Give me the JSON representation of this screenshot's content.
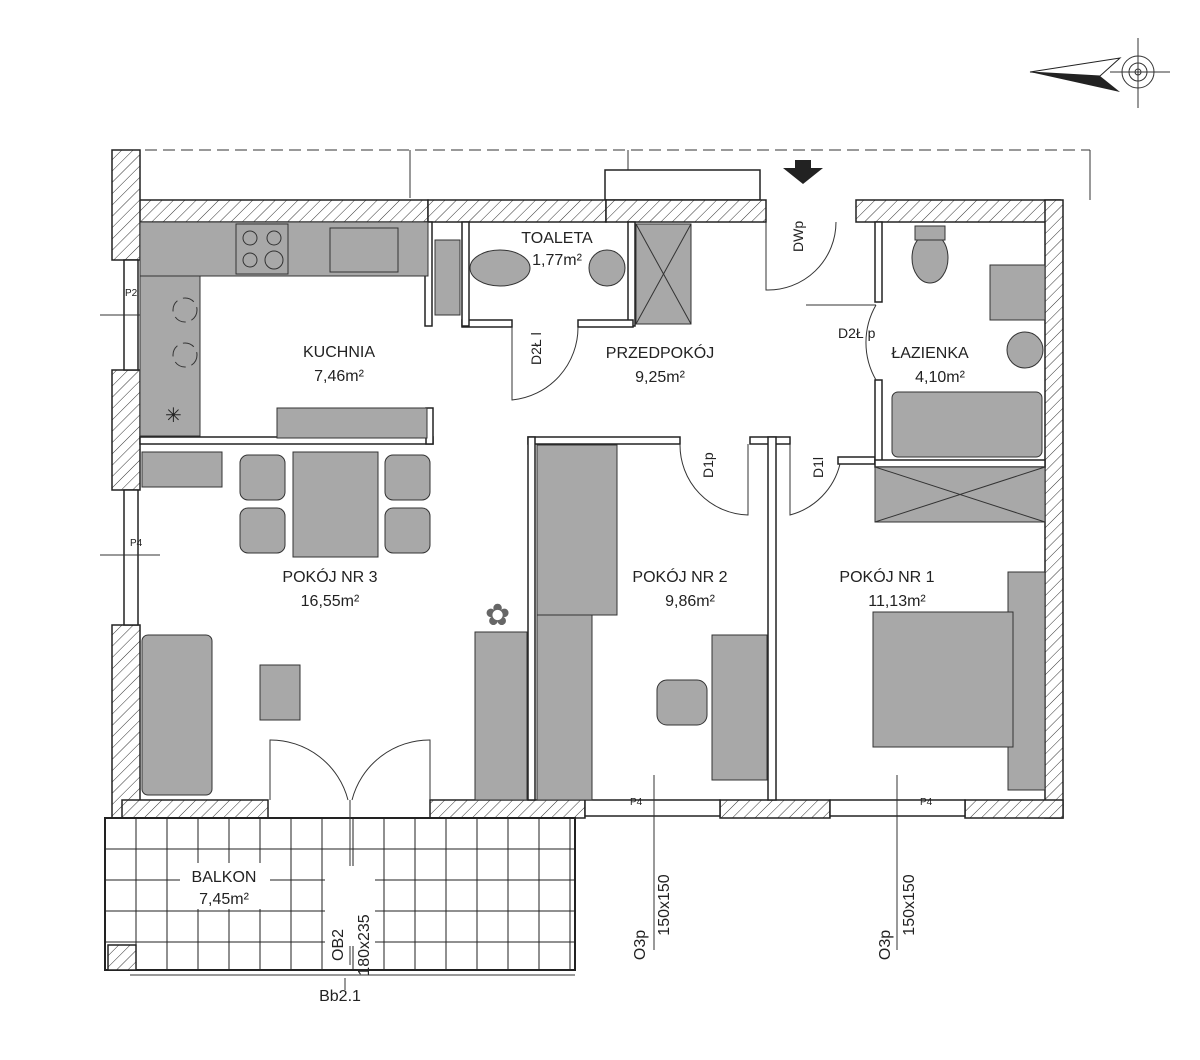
{
  "plan": {
    "rooms": [
      {
        "id": "toaleta",
        "name": "TOALETA",
        "area": "1,77m²"
      },
      {
        "id": "kuchnia",
        "name": "KUCHNIA",
        "area": "7,46m²"
      },
      {
        "id": "przedpokoj",
        "name": "PRZEDPOKÓJ",
        "area": "9,25m²"
      },
      {
        "id": "lazienka",
        "name": "ŁAZIENKA",
        "area": "4,10m²"
      },
      {
        "id": "pokoj3",
        "name": "POKÓJ NR 3",
        "area": "16,55m²"
      },
      {
        "id": "pokoj2",
        "name": "POKÓJ NR 2",
        "area": "9,86m²"
      },
      {
        "id": "pokoj1",
        "name": "POKÓJ NR 1",
        "area": "11,13m²"
      },
      {
        "id": "balkon",
        "name": "BALKON",
        "area": "7,45m²"
      }
    ],
    "doors": [
      "D2Ł l",
      "D2Ł p",
      "DWp",
      "D1p",
      "D1l"
    ],
    "windows": [
      "P2",
      "P4",
      "P4",
      "P4"
    ],
    "openings": [
      {
        "code": "OB2",
        "size": "180x235"
      },
      {
        "code": "O3p",
        "size": "150x150"
      },
      {
        "code": "O3p",
        "size": "150x150"
      }
    ],
    "balcony_code": "Bb2.1"
  },
  "colors": {
    "furniture": "#a8a8a8",
    "wall": "#222222"
  }
}
